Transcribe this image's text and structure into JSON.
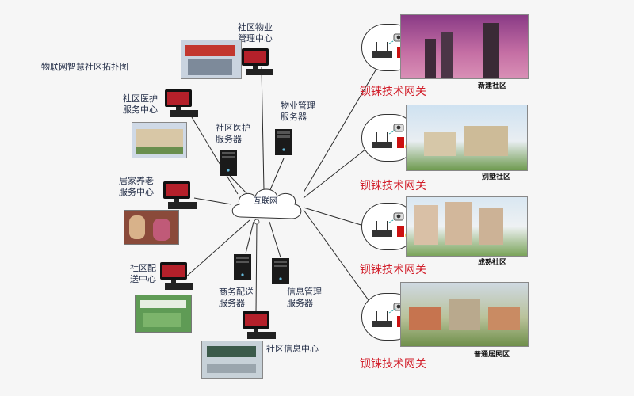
{
  "title": "物联网智慧社区拓扑图",
  "cloud_label": "互联网",
  "nodes": {
    "property_center": "社区物业\n管理中心",
    "medical_center": "社区医护\n服务中心",
    "medical_server": "社区医护\n服务器",
    "property_server": "物业管理\n服务器",
    "elderly_center": "居家养老\n服务中心",
    "delivery_center": "社区配\n送中心",
    "commerce_server": "商务配送\n服务器",
    "info_server": "信息管理\n服务器",
    "info_center": "社区信息中心"
  },
  "gateways": [
    {
      "title": "钡铼技术网关",
      "community": "新建社区"
    },
    {
      "title": "钡铼技术网关",
      "community": "别墅社区"
    },
    {
      "title": "钡铼技术网关",
      "community": "成熟社区"
    },
    {
      "title": "钡铼技术网关",
      "community": "普通居民区"
    }
  ],
  "colors": {
    "gateway_title": "#d21f2b",
    "label": "#1f2a44",
    "link": "#2a2a2a"
  },
  "icons": [
    "monitor-icon",
    "server-tower-icon",
    "router-icon",
    "camera-icon",
    "lightbulb-icon",
    "cloud-icon"
  ]
}
